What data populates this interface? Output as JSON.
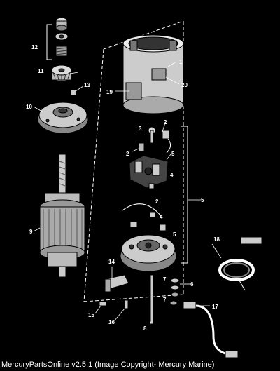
{
  "diagram": {
    "callouts": [
      {
        "id": "1",
        "label": "1"
      },
      {
        "id": "2a",
        "label": "2"
      },
      {
        "id": "2b",
        "label": "2"
      },
      {
        "id": "2c",
        "label": "2"
      },
      {
        "id": "3",
        "label": "3"
      },
      {
        "id": "4a",
        "label": "4"
      },
      {
        "id": "4b",
        "label": "4"
      },
      {
        "id": "5a",
        "label": "5"
      },
      {
        "id": "5b",
        "label": "5"
      },
      {
        "id": "5c",
        "label": "5"
      },
      {
        "id": "6",
        "label": "6"
      },
      {
        "id": "7a",
        "label": "7"
      },
      {
        "id": "7b",
        "label": "7"
      },
      {
        "id": "8",
        "label": "8"
      },
      {
        "id": "9",
        "label": "9"
      },
      {
        "id": "10",
        "label": "10"
      },
      {
        "id": "11",
        "label": "11"
      },
      {
        "id": "12",
        "label": "12"
      },
      {
        "id": "13",
        "label": "13"
      },
      {
        "id": "14",
        "label": "14"
      },
      {
        "id": "15",
        "label": "15"
      },
      {
        "id": "16",
        "label": "16"
      },
      {
        "id": "17",
        "label": "17"
      },
      {
        "id": "18",
        "label": "18"
      },
      {
        "id": "19",
        "label": "19"
      },
      {
        "id": "20",
        "label": "20"
      }
    ]
  },
  "footer": {
    "text": "MercuryPartsOnline v2.5.1 (Image Copyright- Mercury Marine)"
  }
}
